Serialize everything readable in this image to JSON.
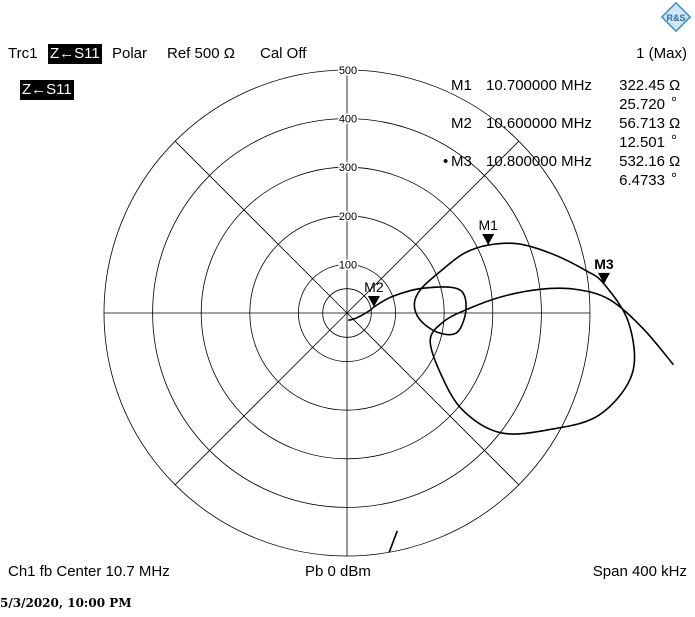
{
  "header": {
    "trace": "Trc1",
    "param": "Z←S11",
    "format": "Polar",
    "ref": "Ref 500 Ω",
    "cal": "Cal Off",
    "scale_info": "1 (Max)"
  },
  "trace_label": "Z←S11",
  "markers": [
    {
      "name": "M1",
      "freq": "10.700000 MHz",
      "mag": "322.45",
      "mag_unit": "Ω",
      "phase": "25.720",
      "phase_unit": "°",
      "active": false
    },
    {
      "name": "M2",
      "freq": "10.600000 MHz",
      "mag": "56.713",
      "mag_unit": "Ω",
      "phase": "12.501",
      "phase_unit": "°",
      "active": false
    },
    {
      "name": "M3",
      "freq": "10.800000 MHz",
      "mag": "532.16",
      "mag_unit": "Ω",
      "phase": "6.4733",
      "phase_unit": "°",
      "active": true
    }
  ],
  "footer": {
    "channel": "Ch1  fb  Center  10.7 MHz",
    "power": "Pb    0 dBm",
    "span": "Span  400 kHz"
  },
  "timestamp": "5/3/2020, 10:00 PM",
  "logo": "R&S",
  "chart_data": {
    "type": "polar",
    "radial_unit": "Ω",
    "rlim": [
      0,
      500
    ],
    "radial_ticks": [
      100,
      200,
      300,
      400,
      500
    ],
    "angle_grid_deg": [
      0,
      45,
      90,
      135,
      180,
      225,
      270,
      315
    ],
    "series": [
      {
        "points_mag_deg": [
          [
            15,
            -80
          ],
          [
            18,
            -45
          ],
          [
            30,
            -10
          ],
          [
            50,
            8
          ],
          [
            56.7,
            12.5
          ],
          [
            100,
            20
          ],
          [
            165,
            18
          ],
          [
            235,
            12
          ],
          [
            245,
            2
          ],
          [
            230,
            -10
          ],
          [
            190,
            -12
          ],
          [
            150,
            -5
          ],
          [
            140,
            8
          ],
          [
            160,
            18
          ],
          [
            210,
            24
          ],
          [
            270,
            27
          ],
          [
            322.45,
            25.7
          ],
          [
            380,
            22
          ],
          [
            440,
            16
          ],
          [
            500,
            10
          ],
          [
            532.16,
            6.47
          ],
          [
            580,
            -2
          ],
          [
            600,
            -12
          ],
          [
            560,
            -22
          ],
          [
            480,
            -30
          ],
          [
            400,
            -38
          ],
          [
            310,
            -40
          ],
          [
            230,
            -33
          ],
          [
            180,
            -18
          ],
          [
            200,
            -5
          ],
          [
            250,
            2
          ],
          [
            320,
            6
          ],
          [
            400,
            7
          ],
          [
            470,
            6
          ],
          [
            540,
            3
          ],
          [
            610,
            -3
          ],
          [
            680,
            -9
          ]
        ]
      },
      {
        "points_mag_deg": [
          [
            460,
            -77
          ],
          [
            500,
            -80
          ]
        ]
      }
    ],
    "marker_points": [
      {
        "name": "M1",
        "mag": 322.45,
        "deg": 25.72
      },
      {
        "name": "M2",
        "mag": 56.713,
        "deg": 12.501
      },
      {
        "name": "M3",
        "mag": 532.16,
        "deg": 6.4733
      }
    ]
  }
}
